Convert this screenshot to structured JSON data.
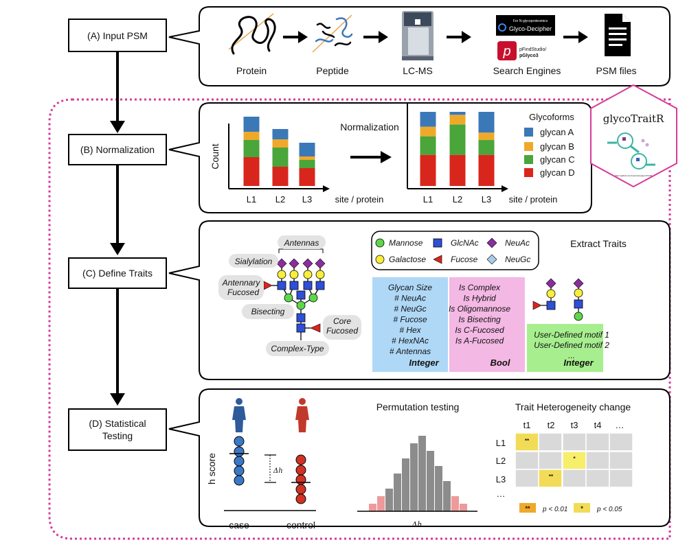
{
  "steps": {
    "a": {
      "label": "(A) Input PSM"
    },
    "b": {
      "label": "(B) Normalization"
    },
    "c": {
      "label": "(C) Define Traits"
    },
    "d": {
      "label_line1": "(D) Statistical",
      "label_line2": "Testing"
    }
  },
  "input_panel": {
    "items": [
      "Protein",
      "Peptide",
      "LC-MS",
      "Search Engines",
      "PSM files"
    ],
    "glycodecipher": "Glyco-Decipher",
    "glycodecipher_small": "For N-glycoproteomics",
    "pfind_line1": "pFindStudio/",
    "pfind_line2": "pGlyco3",
    "pfind_letter": "p"
  },
  "logo": {
    "text": "glycoTraitR",
    "url": "https://github.com/username/glycoTraitR"
  },
  "normalization": {
    "count_label": "Count",
    "x_label": "site / protein",
    "arrow_label": "Normalization",
    "legend_title": "Glycoforms",
    "categories": [
      "L1",
      "L2",
      "L3"
    ],
    "legend": [
      "glycan A",
      "glycan B",
      "glycan C",
      "glycan D"
    ],
    "colors": [
      "#3b78b8",
      "#efa92a",
      "#4aa53a",
      "#d9261c"
    ]
  },
  "traits": {
    "labels": {
      "antennas": "Antennas",
      "sialylation": "Sialylation",
      "antennary_line1": "Antennary",
      "antennary_line2": "Fucosed",
      "bisecting": "Bisecting",
      "core_line1": "Core",
      "core_line2": "Fucosed",
      "complex": "Complex-Type"
    },
    "symbol_legend": [
      "Mannose",
      "GlcNAc",
      "NeuAc",
      "Galactose",
      "Fucose",
      "NeuGc"
    ],
    "extract_title": "Extract Traits",
    "integer_list": [
      "Glycan Size",
      "# NeuAc",
      "# NeuGc",
      "# Fucose",
      "# Hex",
      "# HexNAc",
      "# Antennas"
    ],
    "integer_title": "Integer",
    "bool_list": [
      "Is Complex",
      "Is Hybrid",
      "Is Oligomannose",
      "Is Bisecting",
      "Is C-Fucosed",
      "Is A-Fucosed"
    ],
    "bool_title": "Bool",
    "motif_list": [
      "User-Defined motif 1",
      "User-Defined motif 2",
      "..."
    ],
    "motif_title": "Integer"
  },
  "stats": {
    "h_score": "h score",
    "delta_h": "Δh",
    "case": "case",
    "control": "control",
    "perm_title": "Permutation testing",
    "perm_x": "Δh",
    "hetero_title": "Trait Heterogeneity change",
    "cols": [
      "t1",
      "t2",
      "t3",
      "t4",
      "…"
    ],
    "rows": [
      "L1",
      "L2",
      "L3",
      "…"
    ],
    "p1_mark": "**",
    "p1_text": "p < 0.01",
    "p2_mark": "*",
    "p2_text": "p < 0.05",
    "cell_marks": {
      "l1": "**",
      "l2": "*",
      "l3": "**"
    }
  },
  "chart_data": [
    {
      "type": "bar",
      "stacked": true,
      "categories": [
        "L1",
        "L2",
        "L3"
      ],
      "series": [
        {
          "name": "glycan D",
          "values": [
            42,
            28,
            26
          ]
        },
        {
          "name": "glycan C",
          "values": [
            25,
            28,
            12
          ]
        },
        {
          "name": "glycan B",
          "values": [
            12,
            12,
            5
          ]
        },
        {
          "name": "glycan A",
          "values": [
            22,
            15,
            20
          ]
        }
      ],
      "xlabel": "site / protein",
      "ylabel": "Count"
    },
    {
      "type": "bar",
      "stacked": true,
      "categories": [
        "L1",
        "L2",
        "L3"
      ],
      "series": [
        {
          "name": "glycan D",
          "values": [
            42,
            42,
            42
          ]
        },
        {
          "name": "glycan C",
          "values": [
            25,
            41,
            20
          ]
        },
        {
          "name": "glycan B",
          "values": [
            13,
            13,
            10
          ]
        },
        {
          "name": "glycan A",
          "values": [
            20,
            4,
            28
          ]
        }
      ],
      "xlabel": "site / protein",
      "ylabel": "Count"
    },
    {
      "type": "bar",
      "title": "Permutation testing",
      "xlabel": "Δh",
      "values": [
        1,
        2,
        3,
        5,
        7,
        9,
        10,
        8,
        6,
        4,
        2,
        1
      ]
    }
  ]
}
